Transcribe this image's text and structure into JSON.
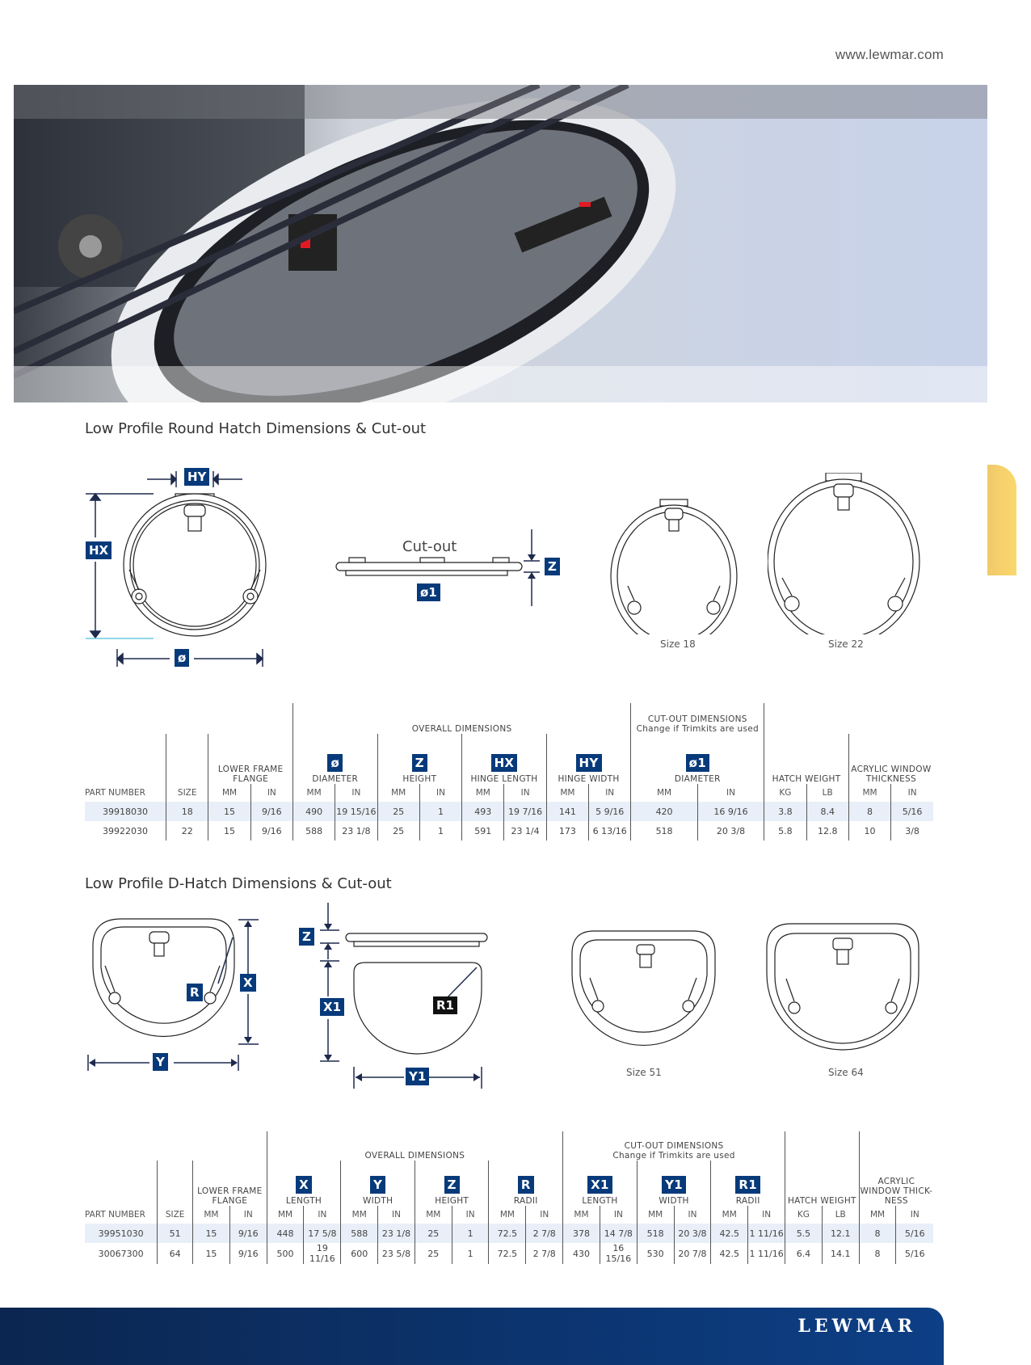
{
  "header": {
    "url": "www.lewmar.com"
  },
  "banner": {
    "image": "Low profile round hatch on deck photo"
  },
  "round": {
    "title": "Low Profile Round Hatch Dimensions & Cut-out",
    "labels": {
      "hy": "HY",
      "hx": "HX",
      "dia": "ø",
      "cutout": "Cut-out",
      "z": "Z",
      "dia1": "ø1"
    },
    "captions": [
      "Size 18",
      "Size 22"
    ],
    "table": {
      "group_overall": "OVERALL DIMENSIONS",
      "group_cutout": "CUT-OUT DIMENSIONS",
      "group_cutout_sub": "Change if Trimkits are used",
      "col_part": "PART NUMBER",
      "col_size": "SIZE",
      "col_flange": "LOWER FRAME FLANGE",
      "col_dia": {
        "badge": "ø",
        "label": "DIAMETER"
      },
      "col_height": {
        "badge": "Z",
        "label": "HEIGHT"
      },
      "col_hx": {
        "badge": "HX",
        "label": "HINGE LENGTH"
      },
      "col_hy": {
        "badge": "HY",
        "label": "HINGE WIDTH"
      },
      "col_dia1": {
        "badge": "ø1",
        "label": "DIAMETER"
      },
      "col_weight": "HATCH WEIGHT",
      "col_acrylic": "ACRYLIC WINDOW THICKNESS",
      "units": [
        "MM",
        "IN",
        "MM",
        "IN",
        "MM",
        "IN",
        "MM",
        "IN",
        "MM",
        "IN",
        "MM",
        "IN",
        "KG",
        "LB",
        "MM",
        "IN"
      ],
      "rows": [
        [
          "39918030",
          "18",
          "15",
          "9/16",
          "490",
          "19 15/16",
          "25",
          "1",
          "493",
          "19 7/16",
          "141",
          "5 9/16",
          "420",
          "16 9/16",
          "3.8",
          "8.4",
          "8",
          "5/16"
        ],
        [
          "39922030",
          "22",
          "15",
          "9/16",
          "588",
          "23 1/8",
          "25",
          "1",
          "591",
          "23 1/4",
          "173",
          "6 13/16",
          "518",
          "20 3/8",
          "5.8",
          "12.8",
          "10",
          "3/8"
        ]
      ]
    }
  },
  "dhatch": {
    "title": "Low Profile D-Hatch Dimensions & Cut-out",
    "labels": {
      "r": "R",
      "x": "X",
      "y": "Y",
      "z": "Z",
      "x1": "X1",
      "r1": "R1",
      "y1": "Y1"
    },
    "captions": [
      "Size 51",
      "Size 64"
    ],
    "table": {
      "group_overall": "OVERALL DIMENSIONS",
      "group_cutout": "CUT-OUT DIMENSIONS",
      "group_cutout_sub": "Change if Trimkits are used",
      "col_part": "PART NUMBER",
      "col_size": "SIZE",
      "col_flange": "LOWER FRAME FLANGE",
      "col_x": {
        "badge": "X",
        "label": "LENGTH"
      },
      "col_y": {
        "badge": "Y",
        "label": "WIDTH"
      },
      "col_z": {
        "badge": "Z",
        "label": "HEIGHT"
      },
      "col_r": {
        "badge": "R",
        "label": "RADII"
      },
      "col_x1": {
        "badge": "X1",
        "label": "LENGTH"
      },
      "col_y1": {
        "badge": "Y1",
        "label": "WIDTH"
      },
      "col_r1": {
        "badge": "R1",
        "label": "RADII"
      },
      "col_weight": "HATCH WEIGHT",
      "col_acrylic": "ACRYLIC WINDOW THICK-NESS",
      "units": [
        "MM",
        "IN",
        "MM",
        "IN",
        "MM",
        "IN",
        "MM",
        "IN",
        "MM",
        "IN",
        "MM",
        "IN",
        "MM",
        "IN",
        "MM",
        "IN",
        "KG",
        "LB",
        "MM",
        "IN"
      ],
      "rows": [
        [
          "39951030",
          "51",
          "15",
          "9/16",
          "448",
          "17 5/8",
          "588",
          "23 1/8",
          "25",
          "1",
          "72.5",
          "2 7/8",
          "378",
          "14 7/8",
          "518",
          "20 3/8",
          "42.5",
          "1 11/16",
          "5.5",
          "12.1",
          "8",
          "5/16"
        ],
        [
          "30067300",
          "64",
          "15",
          "9/16",
          "500",
          "19 11/16",
          "600",
          "23 5/8",
          "25",
          "1",
          "72.5",
          "2 7/8",
          "430",
          "16 15/16",
          "530",
          "20 7/8",
          "42.5",
          "1 11/16",
          "6.4",
          "14.1",
          "8",
          "5/16"
        ]
      ]
    }
  },
  "footer": {
    "logo": "LEWMAR",
    "brand_color": "#0d3f86",
    "accent_tab_color": "#f8d46c"
  }
}
